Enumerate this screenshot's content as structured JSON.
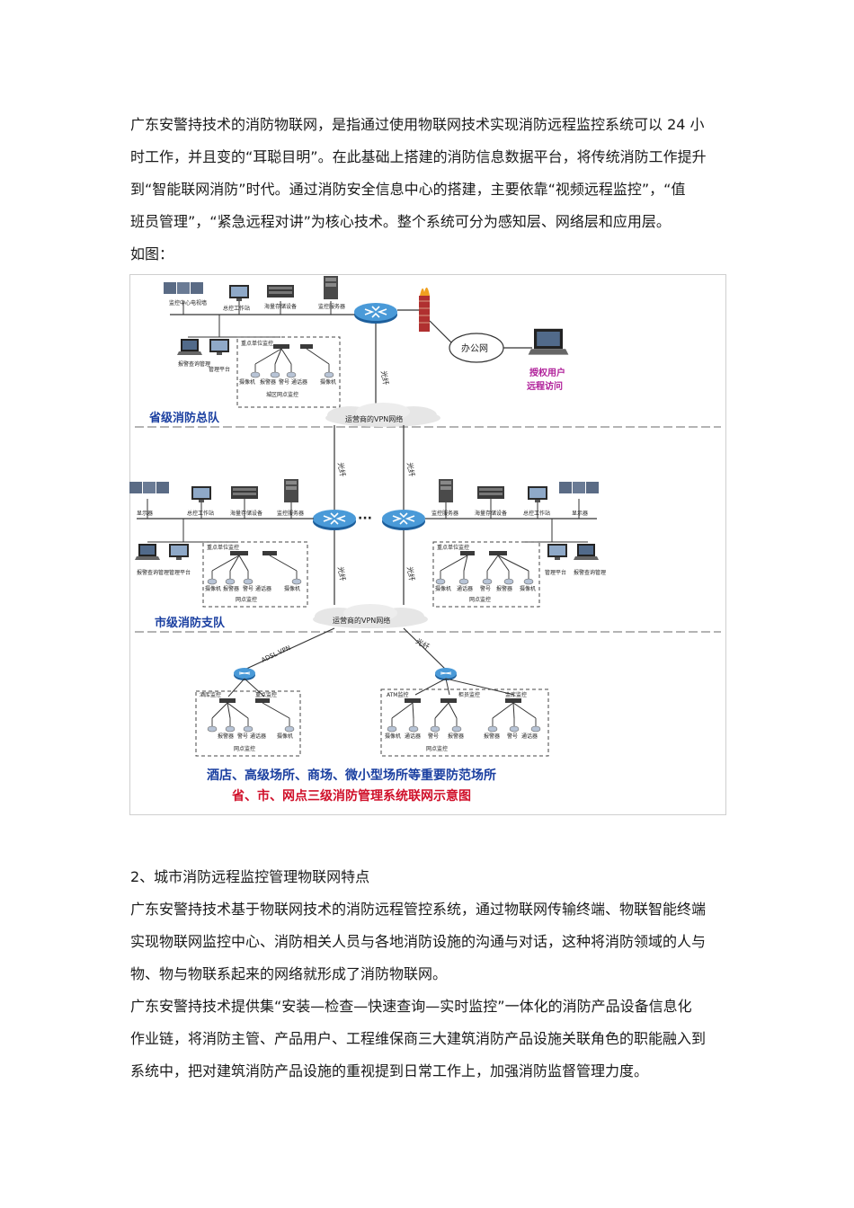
{
  "intro": {
    "lines": [
      "广东安警持技术的消防物联网，是指通过使用物联网技术实现消防远程监控系统可以 24 小",
      "时工作，并且变的“耳聪目明”。在此基础上搭建的消防信息数据平台，将传统消防工作提升",
      "到“智能联网消防”时代。通过消防安全信息中心的搭建，主要依靠“视频远程监控”，“值",
      "班员管理”，“紧急远程对讲”为核心技术。整个系统可分为感知层、网络层和应用层。",
      "如图："
    ]
  },
  "diagram": {
    "province": {
      "title": "省级消防总队",
      "devices": [
        "监控中心电视墙",
        "总控工作站",
        "海量存储设备",
        "监控服务器"
      ],
      "terminals": [
        "报警查询管理",
        "管理平台"
      ],
      "net_box_title": "重点单位监控",
      "net_box_items": [
        "摄像机",
        "报警器",
        "警号",
        "通话器",
        "摄像机"
      ],
      "net_box_caption": "城区网点监控",
      "fiber": "光纤",
      "office_net": "办公网",
      "remote_user": [
        "授权用户",
        "远程访问"
      ]
    },
    "vpn_top": "运营商的VPN网络",
    "fiber_labels": [
      "光纤",
      "光纤",
      "光纤",
      "光纤"
    ],
    "ellipsis": "···",
    "city_left": {
      "devices": [
        "显示器",
        "总控工作站",
        "海量存储设备",
        "监控服务器"
      ],
      "terminals": [
        "报警查询管理",
        "管理平台"
      ],
      "box_title": "重点单位监控",
      "box_items": [
        "摄像机",
        "报警器",
        "警号",
        "通话器",
        "摄像机"
      ],
      "box_caption": "网点监控"
    },
    "city_right": {
      "devices": [
        "监控服务器",
        "海量存储设备",
        "总控工作站",
        "显示器"
      ],
      "terminals": [
        "管理平台",
        "报警查询管理"
      ],
      "box_title": "重点单位监控",
      "box_items": [
        "摄像机",
        "通话器",
        "警号",
        "报警器",
        "摄像机"
      ],
      "box_caption": "网点监控"
    },
    "city_title": "市级消防支队",
    "vpn_bottom": "运营商的VPN网络",
    "adsl": "ADSL VPN",
    "bottom_fiber": "光纤",
    "site_left": {
      "titles": [
        "酒库监控",
        "重点监控"
      ],
      "items": [
        "报警器",
        "警号",
        "通话器",
        "摄像机"
      ],
      "caption": "网点监控"
    },
    "site_right": {
      "titles": [
        "ATM监控",
        "柜员监控",
        "金库监控"
      ],
      "items": [
        "摄像机",
        "通话器",
        "警号",
        "报警器",
        "报警器",
        "警号",
        "通话器"
      ],
      "caption": "网点监控"
    },
    "caption_blue": "酒店、高级场所、商场、微小型场所等重要防范场所",
    "caption_red": "省、市、网点三级消防管理系统联网示意图"
  },
  "section2": {
    "heading": "2、城市消防远程监控管理物联网特点"
  },
  "p3": {
    "lines": [
      "广东安警持技术基于物联网技术的消防远程管控系统，通过物联网传输终端、物联智能终端",
      "实现物联网监控中心、消防相关人员与各地消防设施的沟通与对话，这种将消防领域的人与",
      "物、物与物联系起来的网络就形成了消防物联网。"
    ]
  },
  "p4": {
    "lines": [
      "广东安警持技术提供集“安装—检查—快速查询—实时监控”一体化的消防产品设备信息化",
      "作业链，将消防主管、产品用户、工程维保商三大建筑消防产品设施关联角色的职能融入到",
      "系统中，把对建筑消防产品设施的重视提到日常工作上，加强消防监督管理力度。"
    ]
  },
  "colors": {
    "text": "#1a1a1a",
    "diagram_blue": "#1a3fa0",
    "diagram_red": "#d0102a",
    "diagram_magenta": "#b0209a",
    "router": "#3a86c8"
  }
}
